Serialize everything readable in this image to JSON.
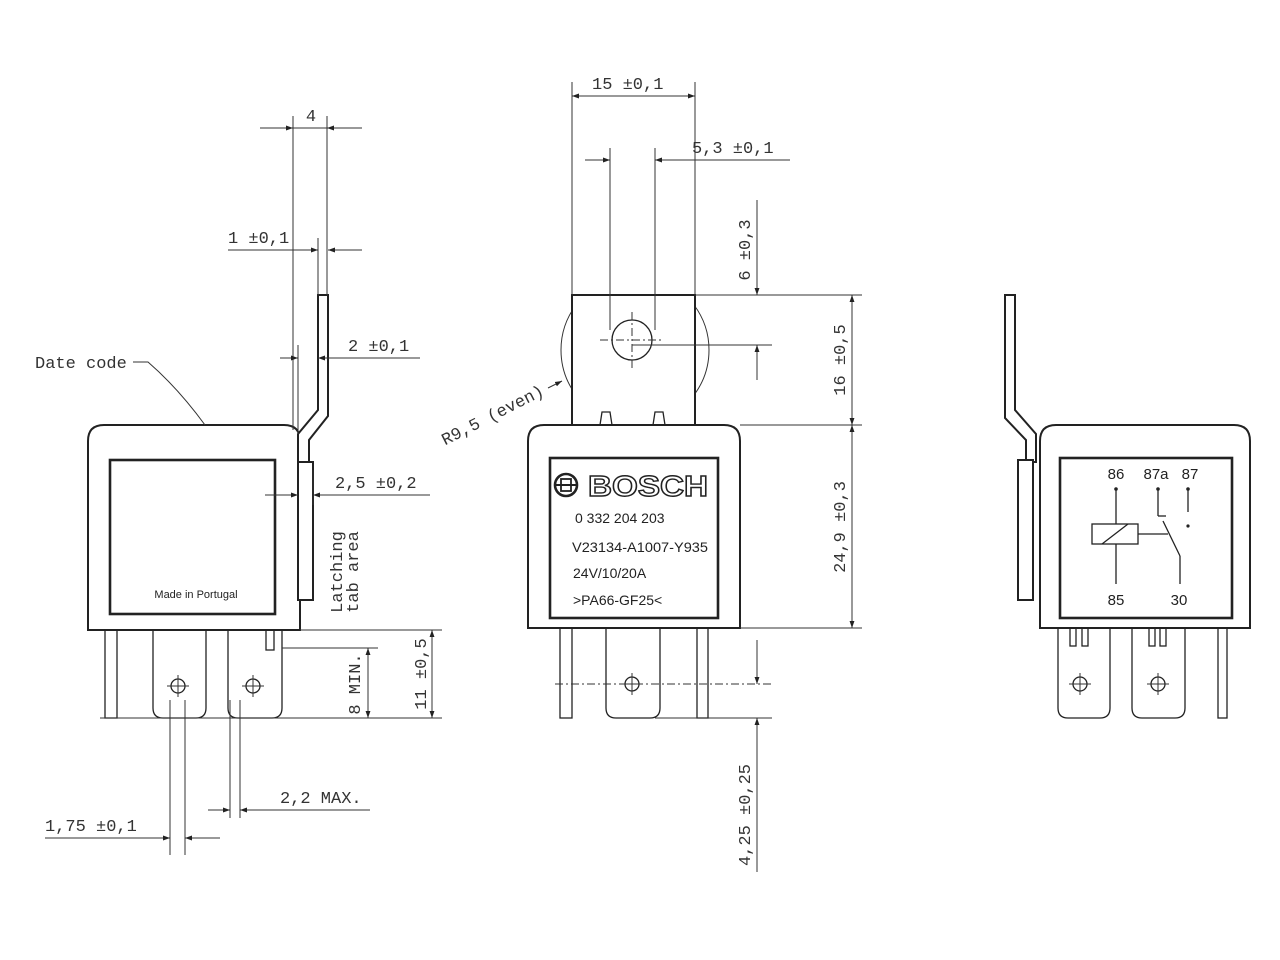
{
  "side_view": {
    "dim_width": "4",
    "dim_tab_thickness": "1 ±0,1",
    "dim_tab_offset": "2 ±0,1",
    "date_code_label": "Date code",
    "dim_latch_width": "2,5 ±0,2",
    "latching_label_line1": "Latching",
    "latching_label_line2": "tab area",
    "made_in_label": "Made in Portugal",
    "dim_pin_min": "8 MIN.",
    "dim_pin_length": "11 ±0,5",
    "dim_pin_max": "2,2 MAX.",
    "dim_pin_thickness": "1,75 ±0,1"
  },
  "front_view": {
    "dim_bracket_width": "15 ±0,1",
    "dim_hole": "5,3 ±0,1",
    "dim_hole_offset": "6 ±0,3",
    "dim_bracket_height": "16 ±0,5",
    "dim_body_height": "24,9 ±0,3",
    "dim_pin_hole_offset": "4,25 ±0,25",
    "radius_label": "R9,5 (even)",
    "label": {
      "brand": "BOSCH",
      "part_number": "0 332 204 203",
      "code": "V23134-A1007-Y935",
      "rating": "24V/10/20A",
      "material": ">PA66-GF25<"
    }
  },
  "rear_view": {
    "terminal_86": "86",
    "terminal_87a": "87a",
    "terminal_87": "87",
    "terminal_85": "85",
    "terminal_30": "30"
  }
}
